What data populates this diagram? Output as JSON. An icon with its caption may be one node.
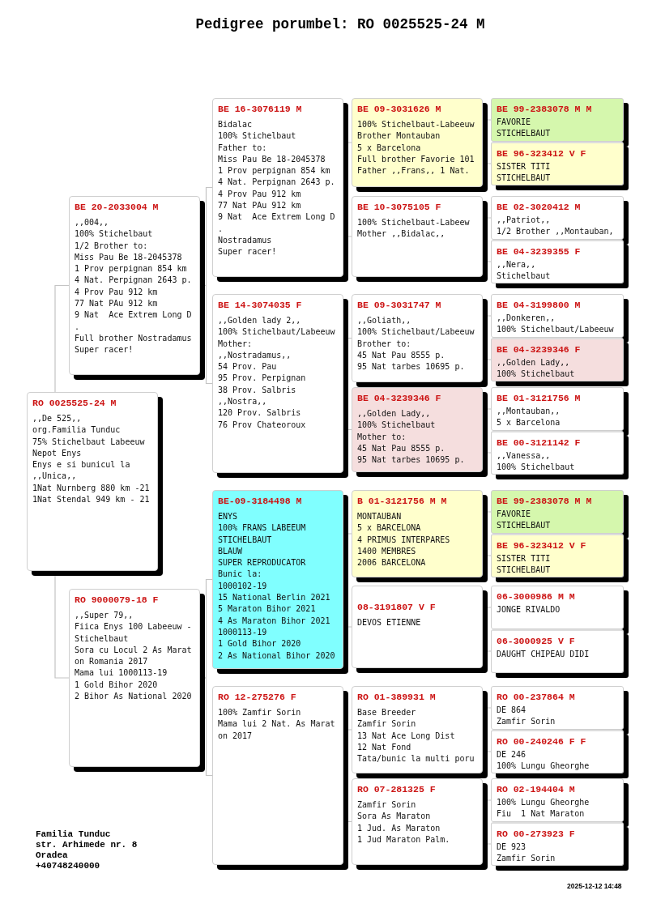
{
  "diagram": {
    "title": "Pedigree porumbel: RO 0025525-24 M",
    "nodes": [
      {
        "text": [
          "RO 0025525-24 M",
          ",,De 525,,",
          "org.Familia Tunduc",
          "75% Stichelbaut Labeeuw",
          "Nepot Enys",
          "Enys e si bunicul la",
          ",,Unica,,",
          "1Nat Nurnberg 880 km -21",
          "1Nat Stendal 949 km - 21"
        ]
      },
      {
        "text": [
          "BE 20-2033004 M",
          ",,004,,",
          "100% Stichelbaut",
          "1/2 Brother to:",
          "Miss Pau Be 18-2045378",
          "1 Prov perpignan 854 km",
          "4 Nat. Perpignan 2643 p.",
          "4 Prov Pau 912 km",
          "77 Nat PAu 912 km",
          "9 Nat  Ace Extrem Long D",
          ".",
          "Full brother Nostradamus",
          "Super racer!"
        ]
      },
      {
        "text": [
          "RO 9000079-18 F",
          ",,Super 79,,",
          "Fiica Enys 100 Labeeuw -",
          "Stichelbaut",
          "Sora cu Locul 2 As Marat",
          "on Romania 2017",
          "Mama lui 1000113-19",
          "1 Gold Bihor 2020",
          "2 Bihor As National 2020"
        ]
      },
      {
        "text": [
          "BE 16-3076119 M",
          "Bidalac",
          "100% Stichelbaut",
          "Father to:",
          "Miss Pau Be 18-2045378",
          "1 Prov perpignan 854 km",
          "4 Nat. Perpignan 2643 p.",
          "4 Prov Pau 912 km",
          "77 Nat PAu 912 km",
          "9 Nat  Ace Extrem Long D",
          ".",
          "Nostradamus",
          "Super racer!"
        ]
      },
      {
        "text": [
          "BE 14-3074035 F",
          ",,Golden lady 2,,",
          "100% Stichelbaut/Labeeuw",
          "Mother:",
          ",,Nostradamus,,",
          "54 Prov. Pau",
          "95 Prov. Perpignan",
          "38 Prov. Salbris",
          ",,Nostra,,",
          "120 Prov. Salbris",
          "76 Prov Chateoroux"
        ]
      },
      {
        "text": [
          "BE-09-3184498 M",
          "ENYS",
          "100% FRANS LABEEUM",
          "STICHELBAUT",
          "BLAUW",
          "SUPER REPRODUCATOR",
          "Bunic la:",
          "1000102-19",
          "15 National Berlin 2021",
          "5 Maraton Bihor 2021",
          "4 As Maraton Bihor 2021",
          "1000113-19",
          "1 Gold Bihor 2020",
          "2 As National Bihor 2020"
        ]
      },
      {
        "text": [
          "RO 12-275276 F",
          "100% Zamfir Sorin",
          "Mama lui 2 Nat. As Marat",
          "on 2017"
        ]
      },
      {
        "text": [
          "BE 09-3031626 M",
          "100% Stichelbaut-Labeeuw",
          "Brother Montauban",
          "5 x Barcelona",
          "Full brother Favorie 101",
          "Father ,,Frans,, 1 Nat."
        ]
      },
      {
        "text": [
          "BE 10-3075105 F",
          "100% Stichelbaut-Labeew",
          "Mother ,,Bidalac,,"
        ]
      },
      {
        "text": [
          "BE 09-3031747 M",
          ",,Goliath,,",
          "100% Stichelbaut/Labeeuw",
          "Brother to:",
          "45 Nat Pau 8555 p.",
          "95 Nat tarbes 10695 p."
        ]
      },
      {
        "text": [
          "BE 04-3239346 F",
          ",,Golden Lady,,",
          "100% Stichelbaut",
          "Mother to:",
          "45 Nat Pau 8555 p.",
          "95 Nat tarbes 10695 p."
        ]
      },
      {
        "text": [
          "B 01-3121756 M M",
          "MONTAUBAN",
          "5 x BARCELONA",
          "4 PRIMUS INTERPARES",
          "1400 MEMBRES",
          "2006 BARCELONA"
        ]
      },
      {
        "text": [
          "08-3191807 V F",
          "DEVOS ETIENNE"
        ]
      },
      {
        "text": [
          "RO 01-389931 M",
          "Base Breeder",
          "Zamfir Sorin",
          "13 Nat Ace Long Dist",
          "12 Nat Fond",
          "Tata/bunic la multi poru"
        ]
      },
      {
        "text": [
          "RO 07-281325 F",
          "Zamfir Sorin",
          "Sora As Maraton",
          "1 Jud. As Maraton",
          "1 Jud Maraton Palm."
        ]
      },
      {
        "text": [
          "BE 99-2383078 M M",
          "FAVORIE",
          "STICHELBAUT"
        ]
      },
      {
        "text": [
          "BE 96-323412 V F",
          "SISTER TITI",
          "STICHELBAUT"
        ]
      },
      {
        "text": [
          "BE 02-3020412 M",
          ",,Patriot,,",
          "1/2 Brother ,,Montauban,"
        ]
      },
      {
        "text": [
          "BE 04-3239355 F",
          ",,Nera,,",
          "Stichelbaut"
        ]
      },
      {
        "text": [
          "BE 04-3199800 M",
          ",,Donkeren,,",
          "100% Stichelbaut/Labeeuw"
        ]
      },
      {
        "text": [
          "BE 04-3239346 F",
          ",,Golden Lady,,",
          "100% Stichelbaut"
        ]
      },
      {
        "text": [
          "BE 01-3121756 M",
          ",,Montauban,,",
          "5 x Barcelona"
        ]
      },
      {
        "text": [
          "BE 00-3121142 F",
          ",,Vanessa,,",
          "100% Stichelbaut"
        ]
      },
      {
        "text": [
          "BE 99-2383078 M M",
          "FAVORIE",
          "STICHELBAUT"
        ]
      },
      {
        "text": [
          "BE 96-323412 V F",
          "SISTER TITI",
          "STICHELBAUT"
        ]
      },
      {
        "text": [
          "06-3000986 M M",
          "JONGE RIVALDO"
        ]
      },
      {
        "text": [
          "06-3000925 V F",
          "DAUGHT CHIPEAU DIDI"
        ]
      },
      {
        "text": [
          "RO 00-237864 M",
          "DE 864",
          "Zamfir Sorin"
        ]
      },
      {
        "text": [
          "RO 00-240246 F F",
          "DE 246",
          "100% Lungu Gheorghe"
        ]
      },
      {
        "text": [
          "RO 02-194404 M",
          "100% Lungu Gheorghe",
          "Fiu  1 Nat Maraton"
        ]
      },
      {
        "text": [
          "RO 00-273923 F",
          "DE 923",
          "Zamfir Sorin"
        ]
      }
    ],
    "edges": [
      {
        "from": 0,
        "to": 1,
        "arrow": "none"
      },
      {
        "from": 0,
        "to": 2,
        "arrow": "none"
      },
      {
        "from": 1,
        "to": 3,
        "arrow": "none"
      },
      {
        "from": 1,
        "to": 4,
        "arrow": "none"
      },
      {
        "from": 2,
        "to": 5,
        "arrow": "none"
      },
      {
        "from": 2,
        "to": 6,
        "arrow": "none"
      },
      {
        "from": 3,
        "to": 7,
        "arrow": "none"
      },
      {
        "from": 3,
        "to": 8,
        "arrow": "none"
      },
      {
        "from": 4,
        "to": 9,
        "arrow": "none"
      },
      {
        "from": 4,
        "to": 10,
        "arrow": "none"
      },
      {
        "from": 5,
        "to": 11,
        "arrow": "none"
      },
      {
        "from": 5,
        "to": 12,
        "arrow": "none"
      },
      {
        "from": 6,
        "to": 13,
        "arrow": "none"
      },
      {
        "from": 6,
        "to": 14,
        "arrow": "none"
      },
      {
        "from": 7,
        "to": 15,
        "arrow": "none"
      },
      {
        "from": 7,
        "to": 16,
        "arrow": "none"
      },
      {
        "from": 8,
        "to": 17,
        "arrow": "none"
      },
      {
        "from": 8,
        "to": 18,
        "arrow": "none"
      },
      {
        "from": 9,
        "to": 19,
        "arrow": "none"
      },
      {
        "from": 9,
        "to": 20,
        "arrow": "none"
      },
      {
        "from": 10,
        "to": 21,
        "arrow": "none"
      },
      {
        "from": 10,
        "to": 22,
        "arrow": "none"
      },
      {
        "from": 11,
        "to": 23,
        "arrow": "none"
      },
      {
        "from": 11,
        "to": 24,
        "arrow": "none"
      },
      {
        "from": 12,
        "to": 25,
        "arrow": "none"
      },
      {
        "from": 12,
        "to": 26,
        "arrow": "none"
      },
      {
        "from": 13,
        "to": 27,
        "arrow": "none"
      },
      {
        "from": 13,
        "to": 28,
        "arrow": "none"
      },
      {
        "from": 14,
        "to": 29,
        "arrow": "none"
      },
      {
        "from": 14,
        "to": 30,
        "arrow": "none"
      }
    ],
    "labels": [
      "Familia Tunduc",
      "str. Arhimede nr. 8",
      "Oradea",
      "+40748240000",
      "2025-12-12 14:48"
    ]
  }
}
